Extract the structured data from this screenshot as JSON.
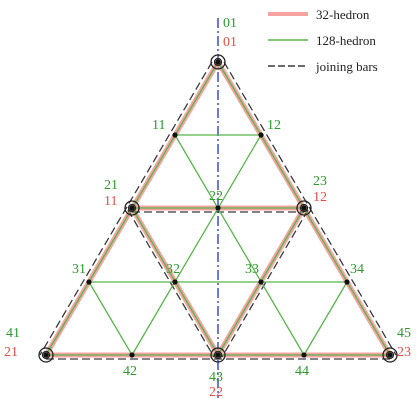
{
  "colors": {
    "hedron32": "#f4a3a0",
    "hedron128": "#59b54c",
    "joining": "#3a3a3a",
    "axis": "#3a4fd0",
    "label_green": "#2e9a2e",
    "label_red": "#e0504a"
  },
  "legend": {
    "hedron32": "32-hedron",
    "hedron128": "128-hedron",
    "joining": "joining bars"
  },
  "nodes": {
    "n01": "01",
    "n11": "11",
    "n12": "12",
    "n21": "21",
    "n22": "22",
    "n23": "23",
    "n31": "31",
    "n32": "32",
    "n33": "33",
    "n34": "34",
    "n41": "41",
    "n42": "42",
    "n43": "43",
    "n44": "44",
    "n45": "45"
  },
  "red_labels": {
    "r01": "01",
    "r11": "11",
    "r12": "12",
    "r21": "21",
    "r23": "23",
    "r22": "22"
  }
}
